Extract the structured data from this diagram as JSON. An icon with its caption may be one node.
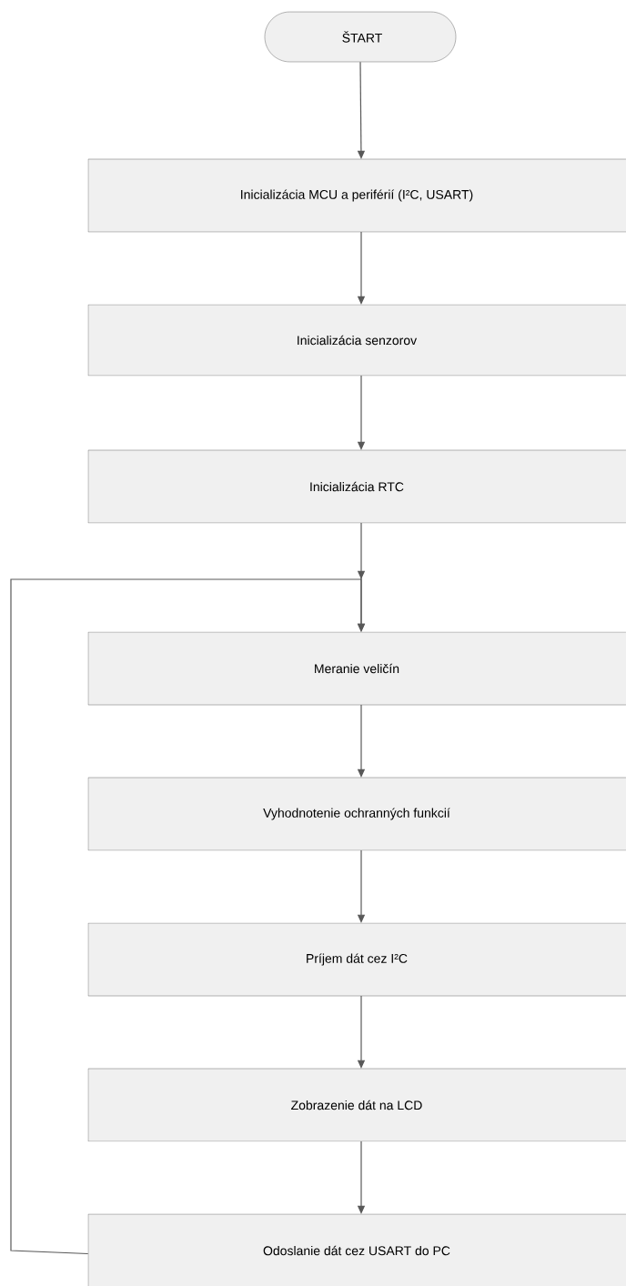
{
  "diagram": {
    "nodes": [
      {
        "text": [
          "ŠTART"
        ]
      },
      {
        "text": [
          "Inicializácia MCU a periférií (I²C, USART)"
        ]
      },
      {
        "text": [
          "Inicializácia senzorov"
        ]
      },
      {
        "text": [
          "Inicializácia RTC"
        ]
      },
      {
        "text": [
          "Meranie veličín"
        ]
      },
      {
        "text": [
          "Vyhodnotenie ochranných funkcií"
        ]
      },
      {
        "text": [
          "Príjem dát cez I²C"
        ]
      },
      {
        "text": [
          "Zobrazenie dát na LCD"
        ]
      },
      {
        "text": [
          "Odoslanie dát cez USART do PC"
        ]
      }
    ],
    "edges": [
      {
        "from": 0,
        "to": 1,
        "arrow": "to"
      },
      {
        "from": 1,
        "to": 2,
        "arrow": "to"
      },
      {
        "from": 2,
        "to": 3,
        "arrow": "to"
      },
      {
        "from": 3,
        "to": 4,
        "arrow": "to"
      },
      {
        "from": 4,
        "to": 5,
        "arrow": "to"
      },
      {
        "from": 5,
        "to": 6,
        "arrow": "to"
      },
      {
        "from": 6,
        "to": 7,
        "arrow": "to"
      },
      {
        "from": 7,
        "to": 8,
        "arrow": "to"
      },
      {
        "from": 8,
        "to": 4,
        "arrow": "to"
      }
    ]
  }
}
